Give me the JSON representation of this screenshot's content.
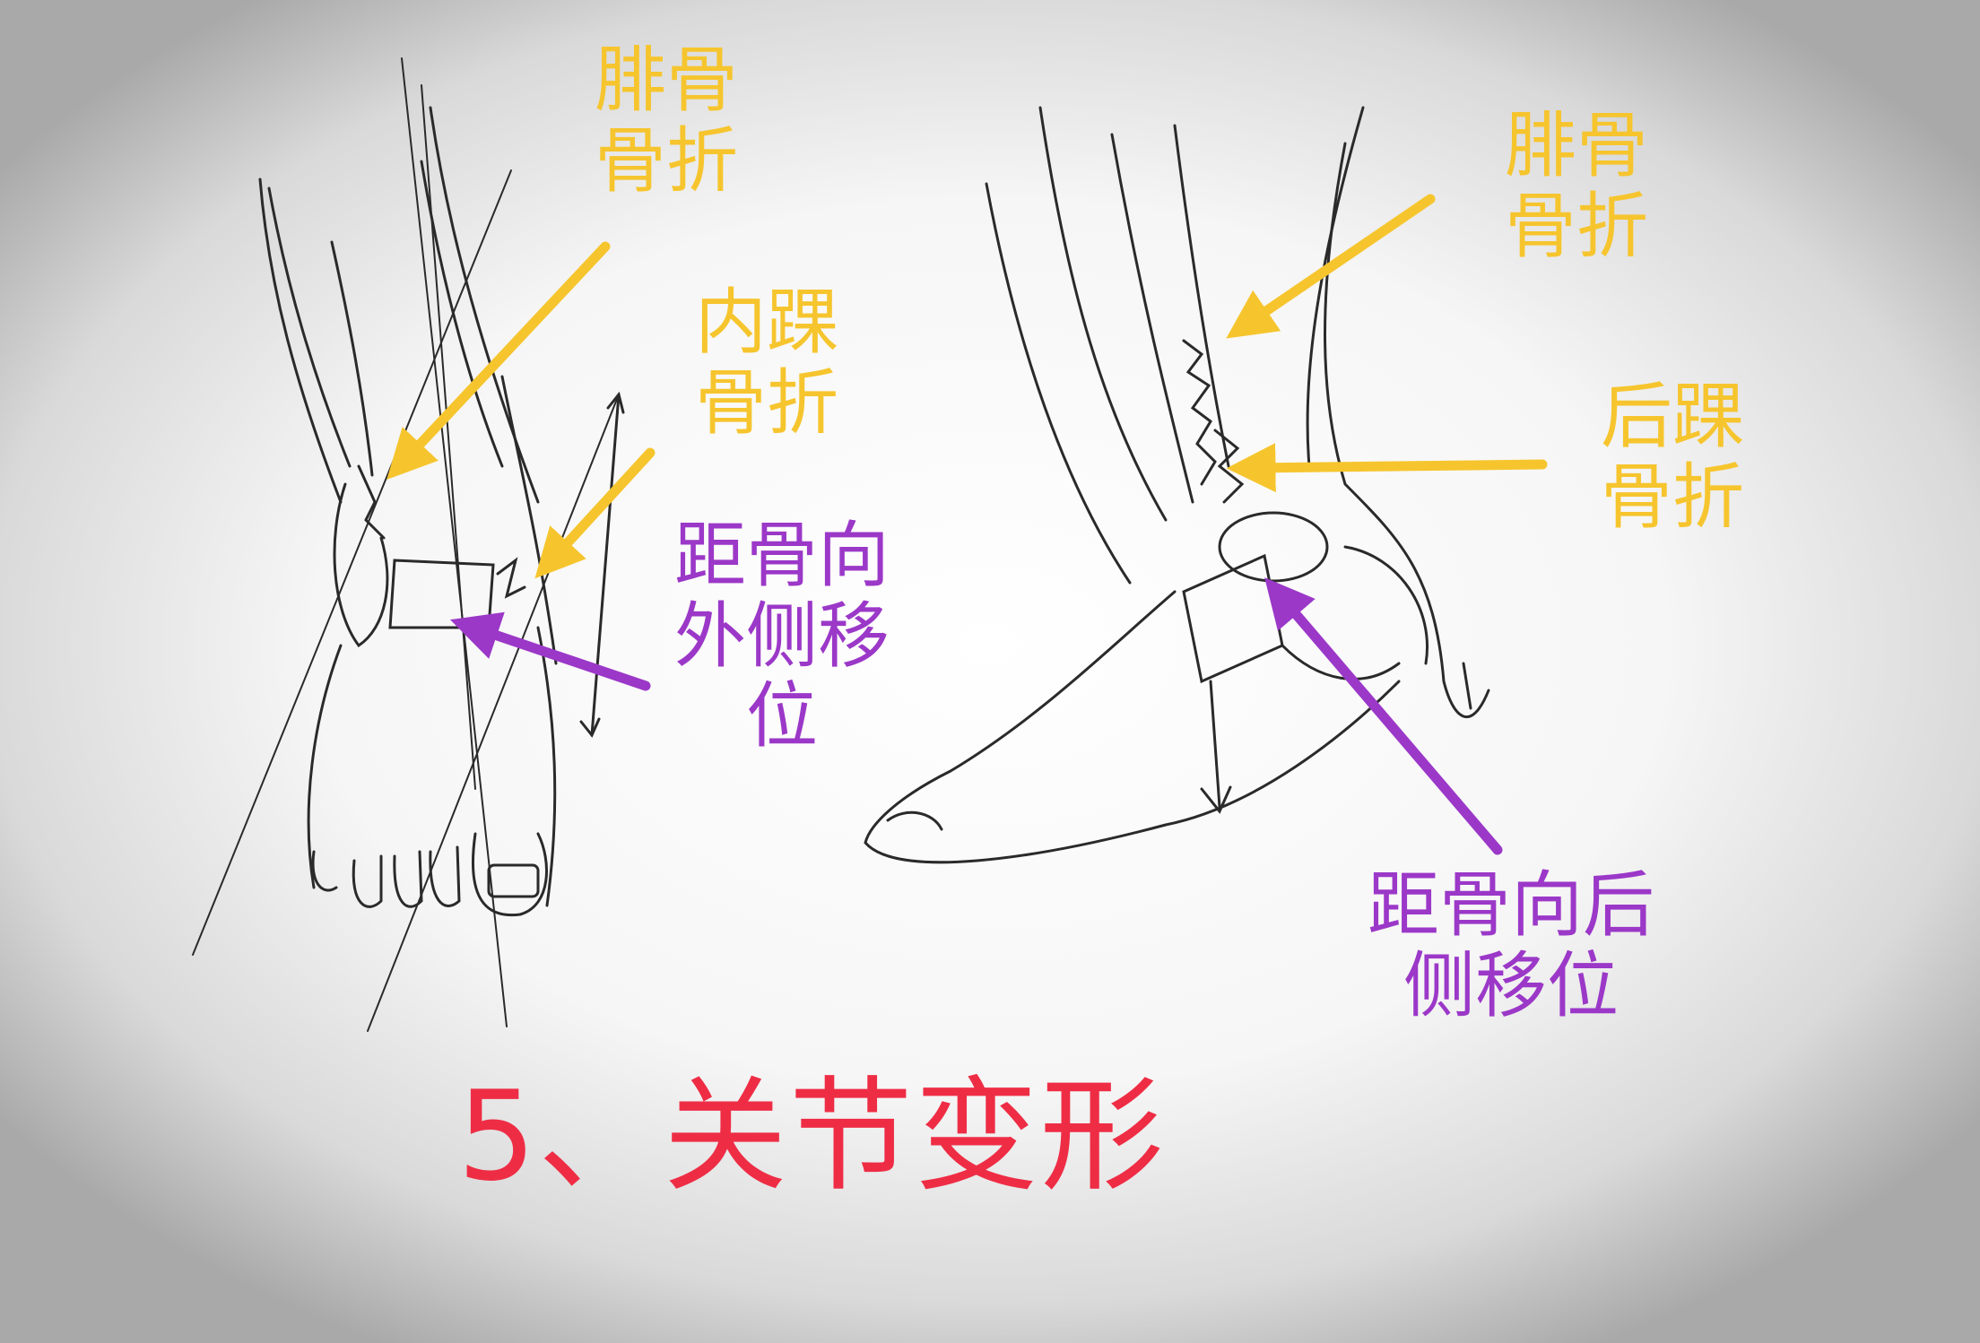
{
  "labels": {
    "front_fibula": "腓骨\n骨折",
    "front_medial": "内踝\n骨折",
    "front_talus": "距骨向\n外侧移\n位",
    "side_fibula": "腓骨\n骨折",
    "side_posterior": "后踝\n骨折",
    "side_talus": "距骨向后\n侧移位"
  },
  "title": "5、关节变形",
  "colors": {
    "fracture_label": "#f6c52e",
    "displacement_label": "#9b38c8",
    "title": "#ee2d45",
    "pencil": "#2a2a2a"
  }
}
